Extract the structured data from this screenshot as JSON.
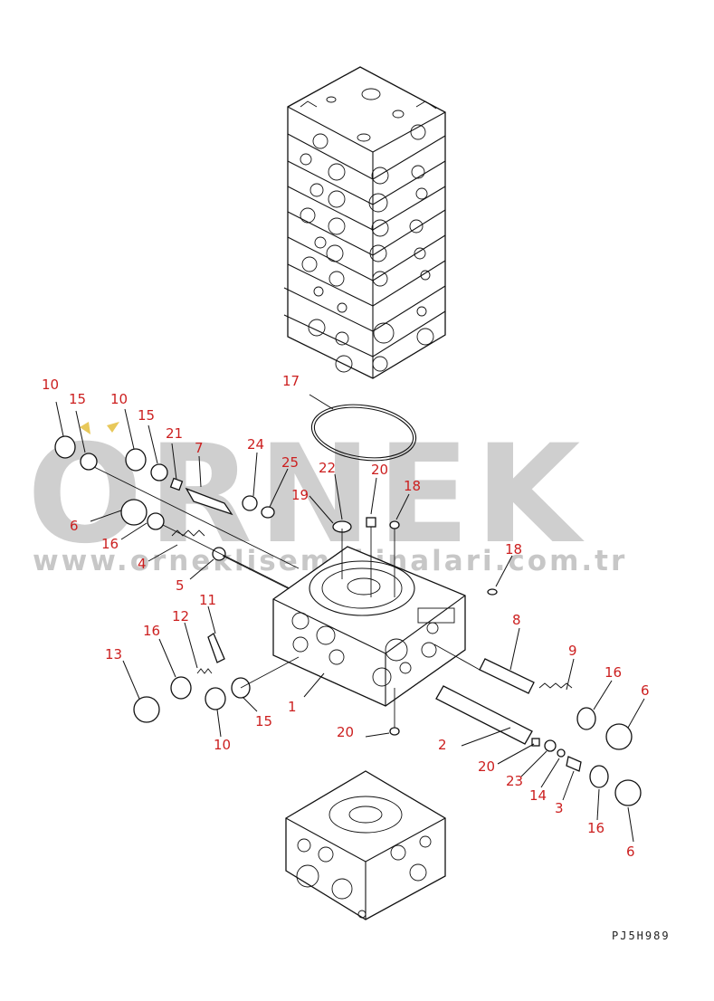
{
  "watermark": {
    "brand": "ORNEK",
    "url": "www.orneklisemakinalari.com.tr"
  },
  "drawing_code": "PJ5H989",
  "callouts": [
    {
      "id": "c10a",
      "text": "10"
    },
    {
      "id": "c15a",
      "text": "15"
    },
    {
      "id": "c10b",
      "text": "10"
    },
    {
      "id": "c15b",
      "text": "15"
    },
    {
      "id": "c21",
      "text": "21"
    },
    {
      "id": "c7",
      "text": "7"
    },
    {
      "id": "c24",
      "text": "24"
    },
    {
      "id": "c25",
      "text": "25"
    },
    {
      "id": "c17",
      "text": "17"
    },
    {
      "id": "c22",
      "text": "22"
    },
    {
      "id": "c20a",
      "text": "20"
    },
    {
      "id": "c18a",
      "text": "18"
    },
    {
      "id": "c19",
      "text": "19"
    },
    {
      "id": "c6a",
      "text": "6"
    },
    {
      "id": "c16a",
      "text": "16"
    },
    {
      "id": "c4",
      "text": "4"
    },
    {
      "id": "c5",
      "text": "5"
    },
    {
      "id": "c18b",
      "text": "18"
    },
    {
      "id": "c11",
      "text": "11"
    },
    {
      "id": "c8",
      "text": "8"
    },
    {
      "id": "c12",
      "text": "12"
    },
    {
      "id": "c16b",
      "text": "16"
    },
    {
      "id": "c13",
      "text": "13"
    },
    {
      "id": "c9",
      "text": "9"
    },
    {
      "id": "c16c",
      "text": "16"
    },
    {
      "id": "c6b",
      "text": "6"
    },
    {
      "id": "c1",
      "text": "1"
    },
    {
      "id": "c15c",
      "text": "15"
    },
    {
      "id": "c10c",
      "text": "10"
    },
    {
      "id": "c20b",
      "text": "20"
    },
    {
      "id": "c2",
      "text": "2"
    },
    {
      "id": "c20c",
      "text": "20"
    },
    {
      "id": "c23",
      "text": "23"
    },
    {
      "id": "c14",
      "text": "14"
    },
    {
      "id": "c3",
      "text": "3"
    },
    {
      "id": "c16d",
      "text": "16"
    },
    {
      "id": "c6c",
      "text": "6"
    }
  ]
}
